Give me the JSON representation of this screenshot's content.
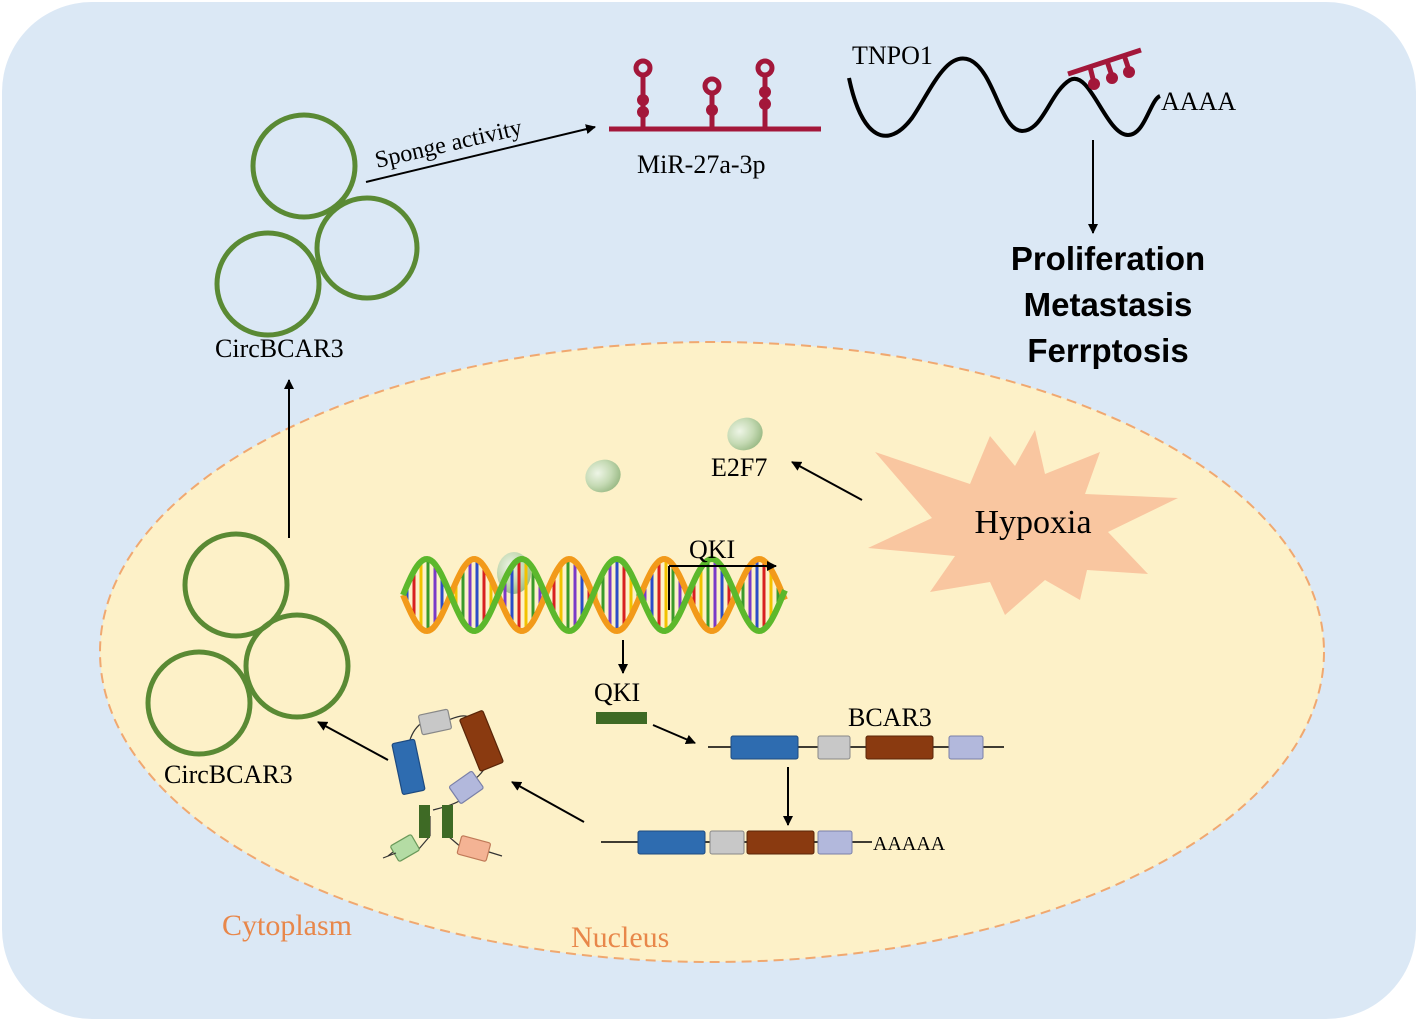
{
  "labels": {
    "sponge_activity": "Sponge activity",
    "mirna": "MiR-27a-3p",
    "tnpo1": "TNPO1",
    "tnpo1_polya": "AAAA",
    "outcome_1": "Proliferation",
    "outcome_2": "Metastasis",
    "outcome_3": "Ferrptosis",
    "circ_top": "CircBCAR3",
    "circ_bottom": "CircBCAR3",
    "e2f7": "E2F7",
    "hypoxia": "Hypoxia",
    "qki_gene": "QKI",
    "qki_protein": "QKI",
    "bcar3": "BCAR3",
    "mrna_polya": "AAAAA",
    "cytoplasm": "Cytoplasm",
    "nucleus": "Nucleus"
  },
  "colors": {
    "cell_bg": "#dbe8f5",
    "nucleus_fill": "#fdf1c8",
    "nucleus_border": "#f0a870",
    "circ_rna": "#5a8a34",
    "mirna": "#a3173a",
    "e2f7": "#c8dcb8",
    "hypoxia": "#f9c6a0",
    "qki_protein": "#3e6a25",
    "exon_blue": "#2e6cb0",
    "exon_gray": "#c8c8c8",
    "exon_brown": "#8a3a10",
    "exon_lavender": "#b2b8dc",
    "exon_green": "#b4dca4",
    "exon_salmon": "#f4b394",
    "compartment_label": "#e8874a"
  },
  "icons": [
    "circular-rna-icon",
    "mirna-hairpin-icon",
    "dna-helix-icon",
    "e2f7-protein-icon",
    "hypoxia-burst-icon",
    "exon-icon"
  ]
}
